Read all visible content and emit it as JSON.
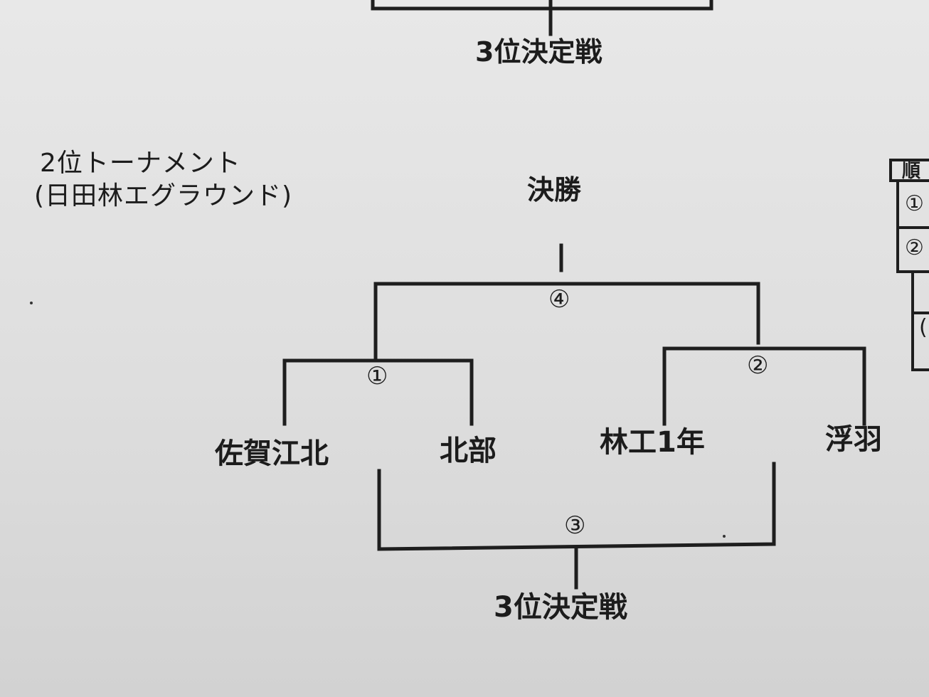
{
  "top_fragment": {
    "third_place_label": "3位決定戦"
  },
  "tournament": {
    "title": "2位トーナメント",
    "venue": "(日田林エグラウンド)",
    "final_label": "決勝",
    "third_place_label": "3位決定戦",
    "matches": [
      {
        "id": "1",
        "marker": "①",
        "teams": [
          "佐賀江北",
          "北部"
        ]
      },
      {
        "id": "2",
        "marker": "②",
        "teams": [
          "林工1年",
          "浮羽"
        ]
      },
      {
        "id": "3",
        "marker": "③",
        "round": "3位決定戦"
      },
      {
        "id": "4",
        "marker": "④",
        "round": "決勝"
      }
    ],
    "teams": [
      "佐賀江北",
      "北部",
      "林工1年",
      "浮羽"
    ]
  },
  "side_table": {
    "header_char": "順",
    "rows": [
      "①",
      "②",
      "",
      "("
    ]
  },
  "colors": {
    "paper": "#e0e0e0",
    "ink": "#1c1c1c"
  }
}
